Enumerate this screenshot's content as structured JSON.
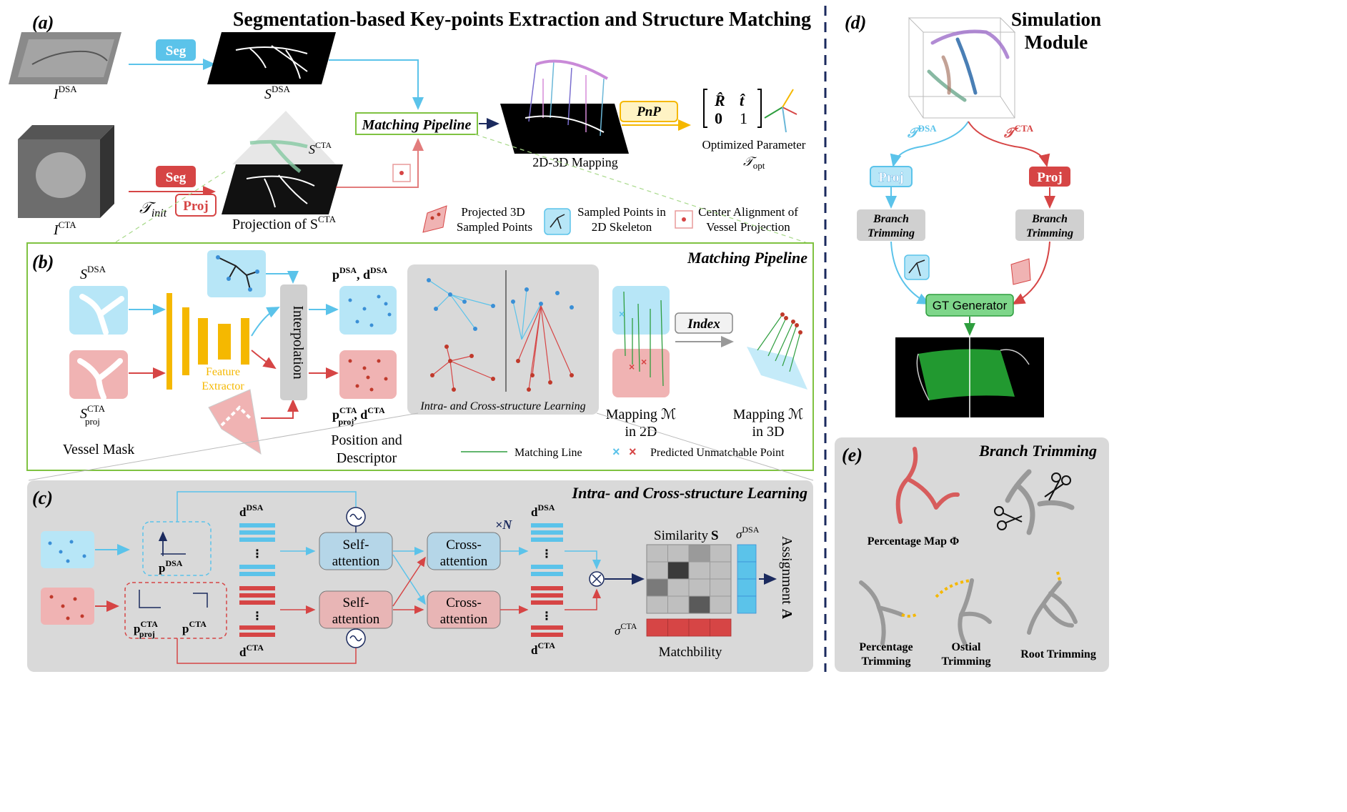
{
  "panel_a": {
    "label": "(a)",
    "title": "Segmentation-based Key-points Extraction and Structure Matching",
    "seg_top": "Seg",
    "seg_bottom": "Seg",
    "proj": "Proj",
    "i_dsa": "I",
    "i_dsa_sup": "DSA",
    "s_dsa": "S",
    "s_dsa_sup": "DSA",
    "i_cta": "I",
    "i_cta_sup": "CTA",
    "s_cta": "S",
    "s_cta_sup": "CTA",
    "t_init": "𝒯",
    "t_init_sub": "init",
    "projection_label": "Projection of S",
    "projection_sup": "CTA",
    "matching_pipeline": "Matching Pipeline",
    "pnp": "PnP",
    "mapping_2d3d": "2D-3D Mapping",
    "opt_param": "Optimized Parameter",
    "t_opt": "𝒯",
    "t_opt_sub": "opt",
    "matrix": {
      "r": "R̂",
      "t": "t̂",
      "zero": "0",
      "one": "1"
    },
    "legend": [
      {
        "l1": "Projected 3D",
        "l2": "Sampled Points"
      },
      {
        "l1": "Sampled Points in",
        "l2": "2D Skeleton"
      },
      {
        "l1": "Center Alignment of",
        "l2": "Vessel Projection"
      }
    ]
  },
  "panel_b": {
    "label": "(b)",
    "title": "Matching Pipeline",
    "s_dsa": "S",
    "s_dsa_sup": "DSA",
    "s_cta": "S",
    "s_cta_sup": "CTA",
    "s_cta_sub": "proj",
    "vessel_mask": "Vessel Mask",
    "feature_extractor_1": "Feature",
    "feature_extractor_2": "Extractor",
    "interpolation": "Interpolation",
    "p_dsa": "p",
    "p_dsa_sup": "DSA",
    "d_dsa": "d",
    "d_dsa_sup": "DSA",
    "p_cta": "p",
    "p_cta_sup": "CTA",
    "p_cta_sub": "proj",
    "d_cta": "d",
    "d_cta_sup": "CTA",
    "pos_desc_1": "Position and",
    "pos_desc_2": "Descriptor",
    "intra_cross": "Intra- and Cross-structure Learning",
    "index": "Index",
    "mapping_2d_1": "Mapping ℳ",
    "mapping_2d_2": "in 2D",
    "mapping_3d_1": "Mapping ℳ",
    "mapping_3d_2": "in 3D",
    "matching_line": "Matching Line",
    "unmatchable": "Predicted Unmatchable Point"
  },
  "panel_c": {
    "label": "(c)",
    "title": "Intra- and Cross-structure Learning",
    "p_dsa": "p",
    "p_dsa_sup": "DSA",
    "p_proj": "p",
    "p_proj_sup": "CTA",
    "p_proj_sub": "proj",
    "p_cta": "p",
    "p_cta_sup": "CTA",
    "d_dsa": "d",
    "d_dsa_sup": "DSA",
    "d_cta": "d",
    "d_cta_sup": "CTA",
    "self_attention": [
      "Self-",
      "attention"
    ],
    "cross_attention": [
      "Cross-",
      "attention"
    ],
    "times_n": "×N",
    "similarity": "Similarity",
    "similarity_s": "S",
    "sigma_dsa": "σ",
    "sigma_dsa_sup": "DSA",
    "sigma_cta": "σ",
    "sigma_cta_sup": "CTA",
    "assignment": "Assignment",
    "assignment_a": "A",
    "matchability": "Matchbility"
  },
  "panel_d": {
    "label": "(d)",
    "title_1": "Simulation",
    "title_2": "Module",
    "t_dsa": "𝒯",
    "t_dsa_sup": "DSA",
    "t_cta": "𝒯",
    "t_cta_sup": "CTA",
    "proj_left": "Proj",
    "proj_right": "Proj",
    "branch_left": [
      "Branch",
      "Trimming"
    ],
    "branch_right": [
      "Branch",
      "Trimming"
    ],
    "gt_generator": "GT Generator"
  },
  "panel_e": {
    "label": "(e)",
    "title": "Branch Trimming",
    "percentage_map": "Percentage Map Φ",
    "percentage_trimming": [
      "Percentage",
      "Trimming"
    ],
    "ostial_trimming": [
      "Ostial",
      "Trimming"
    ],
    "root_trimming": "Root Trimming"
  },
  "colors": {
    "blue": "#5bc3ea",
    "blue_fill": "#b7e6f7",
    "red": "#d64545",
    "red_fill": "#f0b3b3",
    "green": "#7fc241",
    "orange": "#f5b800",
    "navy": "#1b2a5e",
    "gray_panel": "#d9d9d9"
  }
}
